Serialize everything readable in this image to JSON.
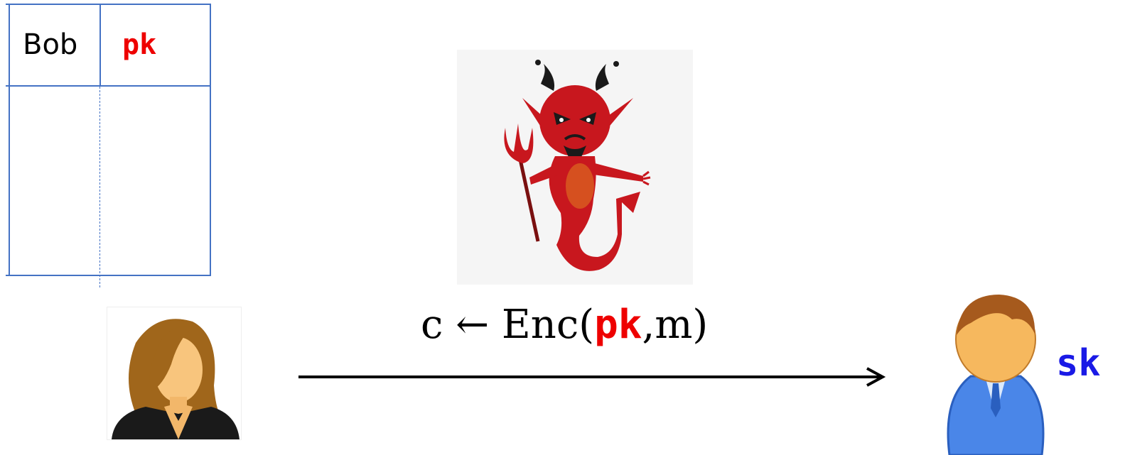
{
  "directory": {
    "name": "Bob",
    "key": "pk"
  },
  "equation": {
    "lhs": "c",
    "arrow": "←",
    "func": "Enc(",
    "key": "pk",
    "rest": ",m)"
  },
  "bob": {
    "key": "sk"
  },
  "colors": {
    "table_line": "#4472c4",
    "public_key": "#ee0000",
    "secret_key": "#1a1ae6",
    "devil": "#c8171e"
  },
  "icons": {
    "adversary": "devil-icon",
    "sender": "woman-avatar-icon",
    "receiver": "man-avatar-icon"
  }
}
